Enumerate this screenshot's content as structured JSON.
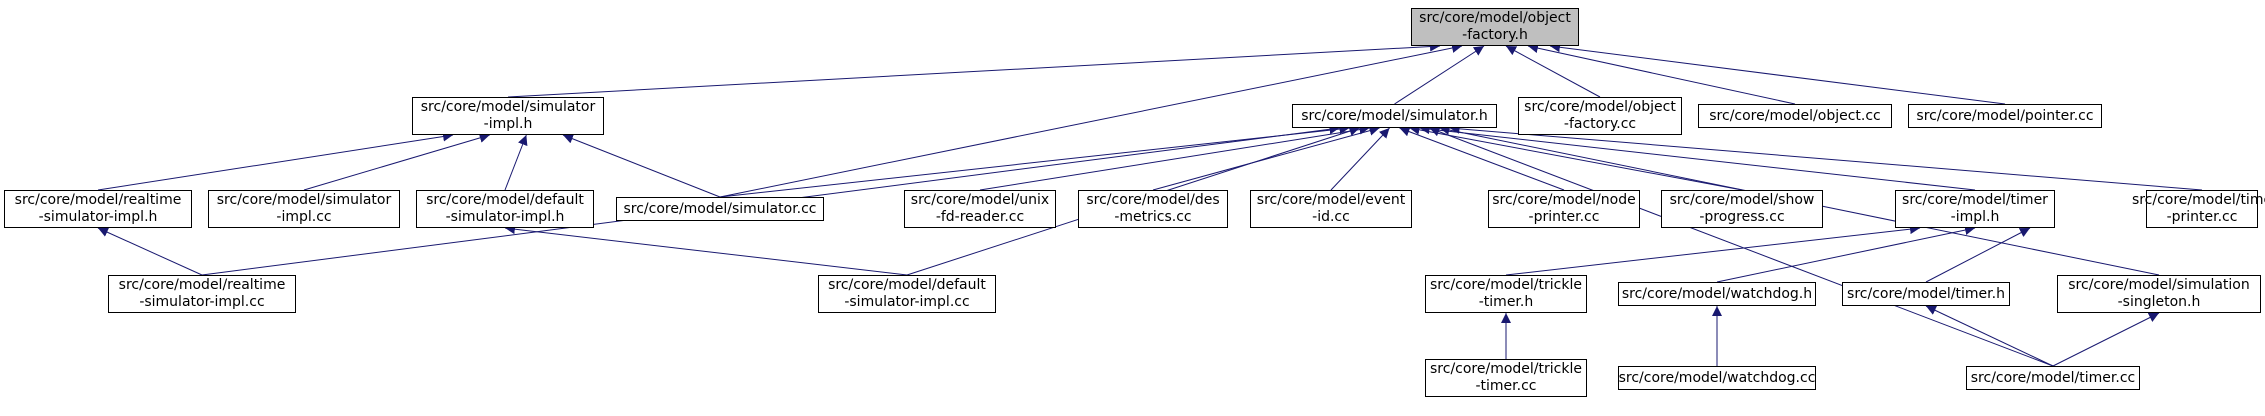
{
  "graph": {
    "colors": {
      "edge": "#191970",
      "root_fill": "#bfbfbf",
      "node_fill": "#ffffff",
      "border": "#000000"
    },
    "nodes": [
      {
        "id": "object_factory_h",
        "label": "src/core/model/object\n-factory.h",
        "root": true
      },
      {
        "id": "simulator_impl_h",
        "label": "src/core/model/simulator\n-impl.h"
      },
      {
        "id": "simulator_h",
        "label": "src/core/model/simulator.h"
      },
      {
        "id": "object_factory_cc",
        "label": "src/core/model/object\n-factory.cc"
      },
      {
        "id": "object_cc",
        "label": "src/core/model/object.cc"
      },
      {
        "id": "pointer_cc",
        "label": "src/core/model/pointer.cc"
      },
      {
        "id": "realtime_sim_impl_h",
        "label": "src/core/model/realtime\n-simulator-impl.h"
      },
      {
        "id": "simulator_impl_cc",
        "label": "src/core/model/simulator\n-impl.cc"
      },
      {
        "id": "default_sim_impl_h",
        "label": "src/core/model/default\n-simulator-impl.h"
      },
      {
        "id": "simulator_cc",
        "label": "src/core/model/simulator.cc"
      },
      {
        "id": "unix_fd_reader_cc",
        "label": "src/core/model/unix\n-fd-reader.cc"
      },
      {
        "id": "des_metrics_cc",
        "label": "src/core/model/des\n-metrics.cc"
      },
      {
        "id": "event_id_cc",
        "label": "src/core/model/event\n-id.cc"
      },
      {
        "id": "node_printer_cc",
        "label": "src/core/model/node\n-printer.cc"
      },
      {
        "id": "show_progress_cc",
        "label": "src/core/model/show\n-progress.cc"
      },
      {
        "id": "timer_impl_h",
        "label": "src/core/model/timer\n-impl.h"
      },
      {
        "id": "time_printer_cc",
        "label": "src/core/model/time\n-printer.cc"
      },
      {
        "id": "realtime_sim_impl_cc",
        "label": "src/core/model/realtime\n-simulator-impl.cc"
      },
      {
        "id": "default_sim_impl_cc",
        "label": "src/core/model/default\n-simulator-impl.cc"
      },
      {
        "id": "trickle_timer_h",
        "label": "src/core/model/trickle\n-timer.h"
      },
      {
        "id": "watchdog_h",
        "label": "src/core/model/watchdog.h"
      },
      {
        "id": "timer_h",
        "label": "src/core/model/timer.h"
      },
      {
        "id": "simulation_singleton_h",
        "label": "src/core/model/simulation\n-singleton.h"
      },
      {
        "id": "trickle_timer_cc",
        "label": "src/core/model/trickle\n-timer.cc"
      },
      {
        "id": "watchdog_cc",
        "label": "src/core/model/watchdog.cc"
      },
      {
        "id": "timer_cc",
        "label": "src/core/model/timer.cc"
      }
    ],
    "edges": [
      {
        "from": "simulator_impl_h",
        "to": "object_factory_h"
      },
      {
        "from": "simulator_h",
        "to": "object_factory_h"
      },
      {
        "from": "object_factory_cc",
        "to": "object_factory_h"
      },
      {
        "from": "object_cc",
        "to": "object_factory_h"
      },
      {
        "from": "pointer_cc",
        "to": "object_factory_h"
      },
      {
        "from": "simulator_cc",
        "to": "object_factory_h"
      },
      {
        "from": "realtime_sim_impl_h",
        "to": "simulator_impl_h"
      },
      {
        "from": "simulator_impl_cc",
        "to": "simulator_impl_h"
      },
      {
        "from": "default_sim_impl_h",
        "to": "simulator_impl_h"
      },
      {
        "from": "simulator_cc",
        "to": "simulator_impl_h"
      },
      {
        "from": "simulator_cc",
        "to": "simulator_h"
      },
      {
        "from": "realtime_sim_impl_cc",
        "to": "simulator_h"
      },
      {
        "from": "default_sim_impl_cc",
        "to": "simulator_h"
      },
      {
        "from": "unix_fd_reader_cc",
        "to": "simulator_h"
      },
      {
        "from": "des_metrics_cc",
        "to": "simulator_h"
      },
      {
        "from": "event_id_cc",
        "to": "simulator_h"
      },
      {
        "from": "node_printer_cc",
        "to": "simulator_h"
      },
      {
        "from": "show_progress_cc",
        "to": "simulator_h"
      },
      {
        "from": "timer_impl_h",
        "to": "simulator_h"
      },
      {
        "from": "timer_cc",
        "to": "simulator_h"
      },
      {
        "from": "time_printer_cc",
        "to": "simulator_h"
      },
      {
        "from": "simulation_singleton_h",
        "to": "simulator_h"
      },
      {
        "from": "realtime_sim_impl_cc",
        "to": "realtime_sim_impl_h"
      },
      {
        "from": "default_sim_impl_cc",
        "to": "default_sim_impl_h"
      },
      {
        "from": "trickle_timer_h",
        "to": "timer_impl_h"
      },
      {
        "from": "watchdog_h",
        "to": "timer_impl_h"
      },
      {
        "from": "timer_h",
        "to": "timer_impl_h"
      },
      {
        "from": "trickle_timer_cc",
        "to": "trickle_timer_h"
      },
      {
        "from": "watchdog_cc",
        "to": "watchdog_h"
      },
      {
        "from": "timer_cc",
        "to": "timer_h"
      },
      {
        "from": "timer_cc",
        "to": "simulation_singleton_h"
      }
    ]
  }
}
